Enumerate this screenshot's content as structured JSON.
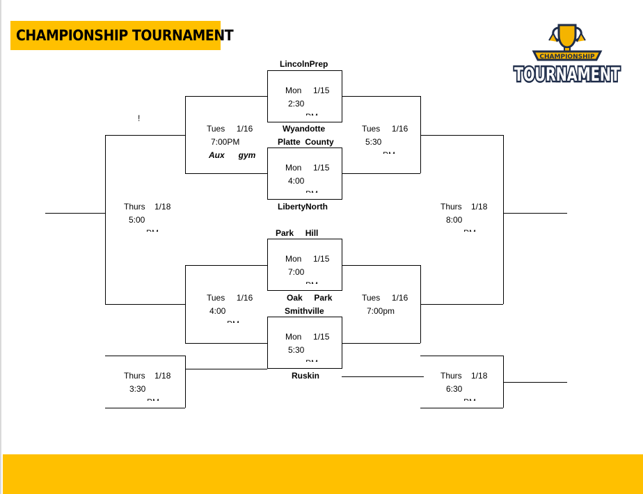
{
  "header": {
    "title": "CHAMPIONSHIP TOURNAMENT"
  },
  "logo": {
    "ribbon": "CHAMPIONSHIP",
    "word": "TOURNAMENT"
  },
  "marker": "!",
  "teams": {
    "lincoln_prep": "LincolnPrep",
    "wyandotte": "Wyandotte",
    "platte_county": "Platte  County",
    "liberty_north": "LibertyNorth",
    "park_hill": "Park     Hill",
    "oak_park": "Oak     Park",
    "smithville": "Smithville",
    "ruskin": "Ruskin"
  },
  "aux_gym": "Aux      gym",
  "games": {
    "mon1": {
      "day": "Mon     1/15",
      "time": "2:30",
      "cut": "PM"
    },
    "mon2": {
      "day": "Mon     1/15",
      "time": "4:00",
      "cut": "PM"
    },
    "mon3": {
      "day": "Mon     1/15",
      "time": "7:00",
      "cut": "PM"
    },
    "mon4": {
      "day": "Mon     1/15",
      "time": "5:30",
      "cut": "PM"
    },
    "tue_l1": {
      "day": "Tues     1/16",
      "time": "7:00PM"
    },
    "tue_r1": {
      "day": "Tues     1/16",
      "time": "5:30",
      "cut": "PM"
    },
    "tue_l2": {
      "day": "Tues     1/16",
      "time": "4:00",
      "cut": "PM"
    },
    "tue_r2": {
      "day": "Tues     1/16",
      "time": "7:00pm"
    },
    "thu_l1": {
      "day": "Thurs    1/18",
      "time": "5:00",
      "cut": "PM"
    },
    "thu_r1": {
      "day": "Thurs    1/18",
      "time": "8:00",
      "cut": "PM"
    },
    "thu_l2": {
      "day": "Thurs    1/18",
      "time": "3:30",
      "cut": "PM"
    },
    "thu_r2": {
      "day": "Thurs    1/18",
      "time": "6:30",
      "cut": "PM"
    }
  },
  "colors": {
    "accent": "#ffc000",
    "logo_navy": "#1f2d4a",
    "logo_gold": "#f5b400"
  }
}
